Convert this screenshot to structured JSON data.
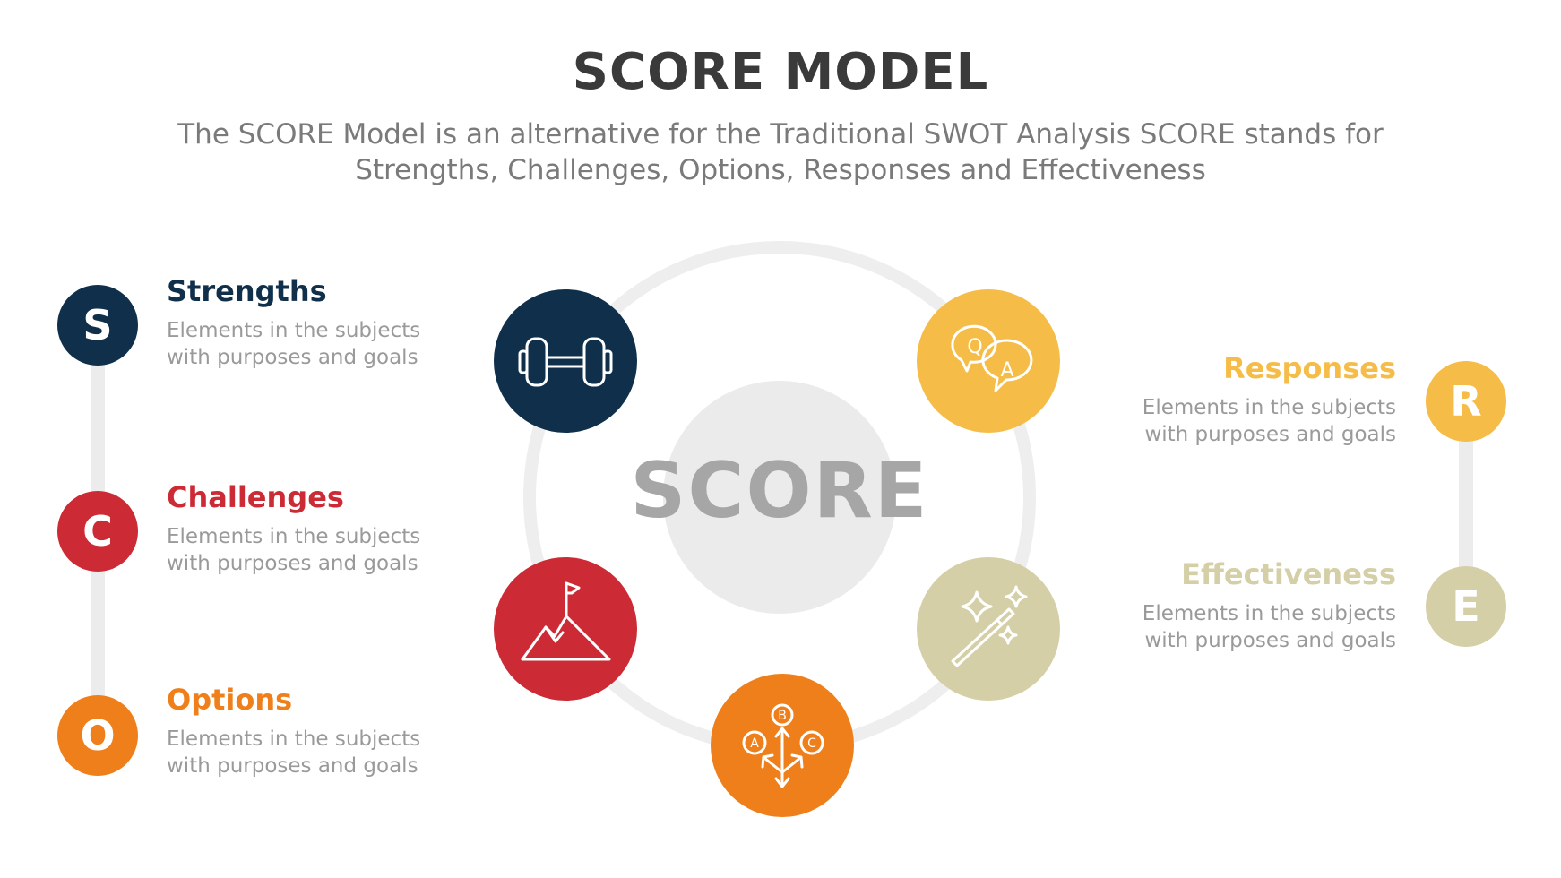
{
  "header": {
    "title": "SCORE MODEL",
    "subtitle": "The SCORE Model is an alternative for the Traditional SWOT Analysis SCORE stands for Strengths, Challenges, Options, Responses and Effectiveness"
  },
  "center": {
    "label": "SCORE"
  },
  "colors": {
    "strengths": "#0f2f4a",
    "challenges": "#cc2a35",
    "options": "#ef7f1a",
    "responses": "#f5bc48",
    "effectiveness": "#d4cfa6",
    "ring": "#eeeeee",
    "center_disc": "#ebebeb"
  },
  "items": {
    "strengths": {
      "letter": "S",
      "title": "Strengths",
      "desc_line1": "Elements in the subjects",
      "desc_line2": "with purposes and goals",
      "icon": "dumbbell-icon"
    },
    "challenges": {
      "letter": "C",
      "title": "Challenges",
      "desc_line1": "Elements in the subjects",
      "desc_line2": "with purposes and goals",
      "icon": "mountain-flag-icon"
    },
    "options": {
      "letter": "O",
      "title": "Options",
      "desc_line1": "Elements in the subjects",
      "desc_line2": "with purposes and goals",
      "icon": "abc-options-icon"
    },
    "responses": {
      "letter": "R",
      "title": "Responses",
      "desc_line1": "Elements in the subjects",
      "desc_line2": "with purposes and goals",
      "icon": "qa-chat-icon"
    },
    "effectiveness": {
      "letter": "E",
      "title": "Effectiveness",
      "desc_line1": "Elements in the subjects",
      "desc_line2": "with purposes and goals",
      "icon": "magic-wand-icon"
    }
  },
  "icon_letters": {
    "q": "Q",
    "a": "A",
    "opt_a": "A",
    "opt_b": "B",
    "opt_c": "C"
  }
}
